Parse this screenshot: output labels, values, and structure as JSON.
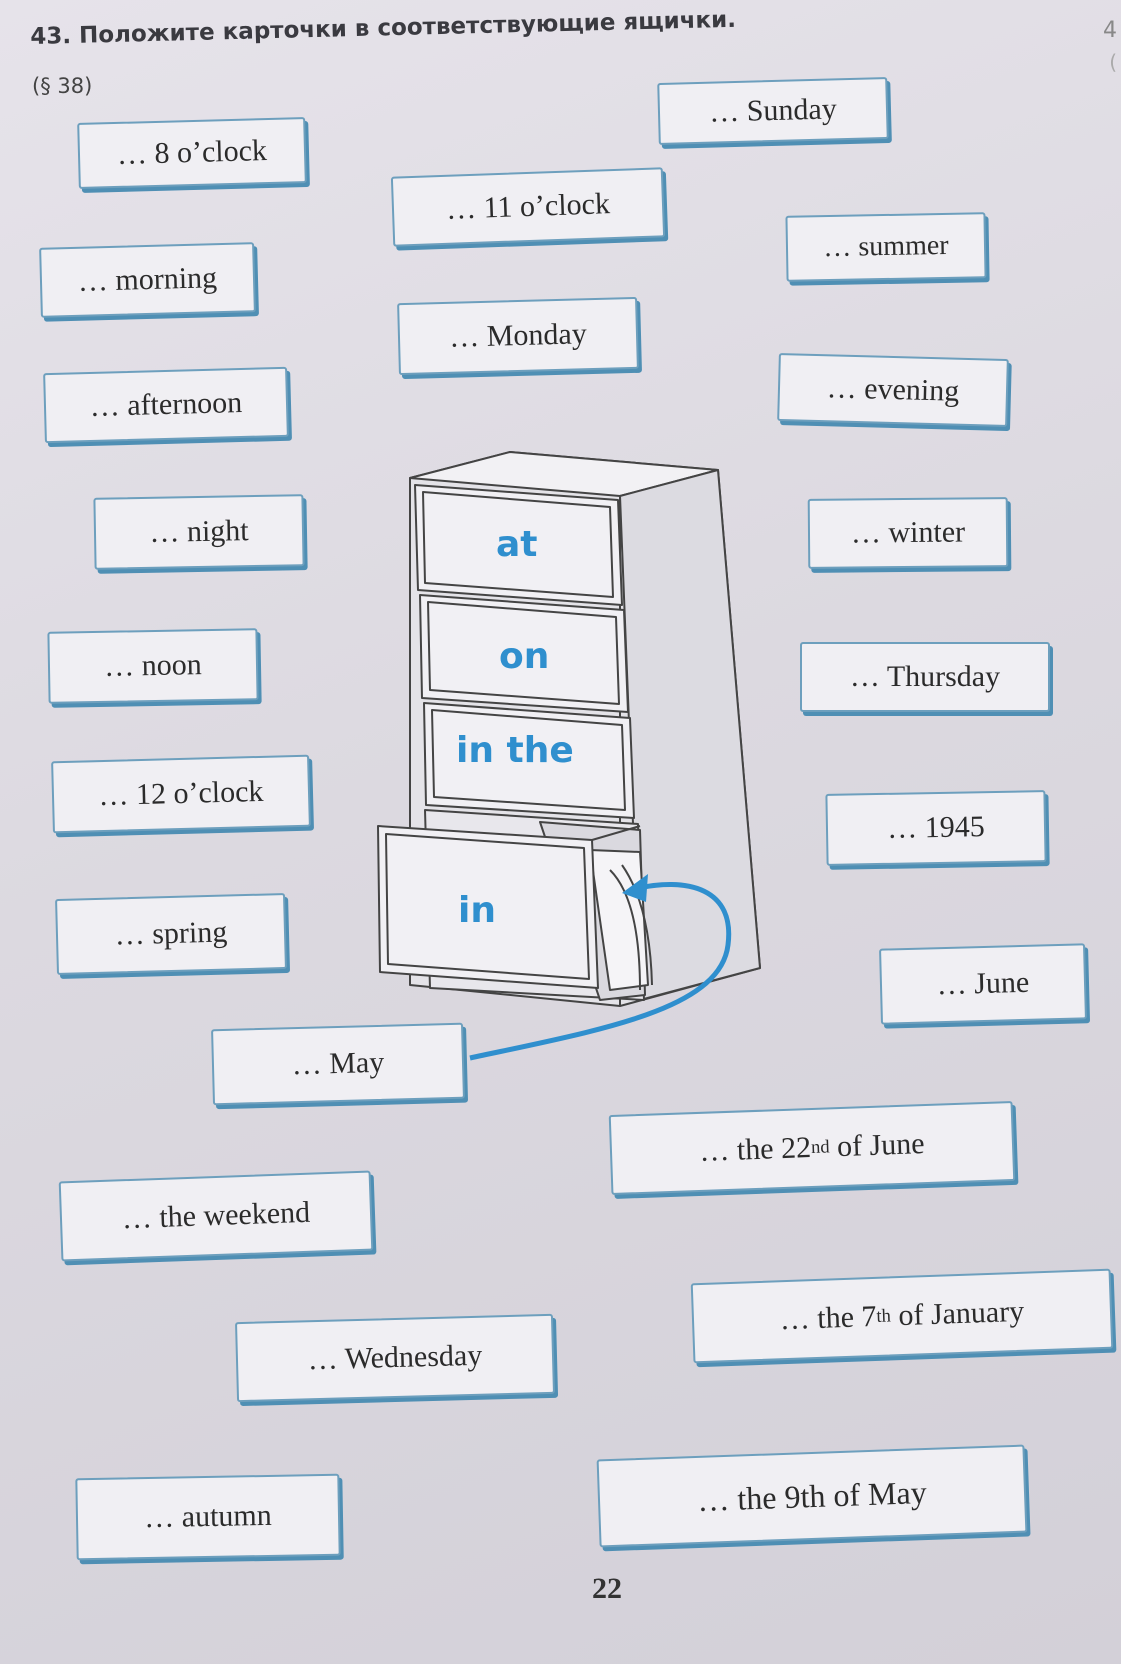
{
  "header": {
    "task": "43. Положите карточки в соответствующие ящички.",
    "reference": "(§ 38)",
    "edge_number": "4",
    "edge_bracket": "("
  },
  "drawers": [
    "at",
    "on",
    "in the",
    "in"
  ],
  "cards": {
    "sunday": "… Sunday",
    "eight_oclock": "… 8 o’clock",
    "eleven_oclock": "… 11 o’clock",
    "summer": "… summer",
    "morning": "… morning",
    "monday": "… Monday",
    "evening": "… evening",
    "afternoon": "… afternoon",
    "night": "… night",
    "winter": "… winter",
    "noon": "… noon",
    "thursday": "… Thursday",
    "twelve_oclock": "… 12 o’clock",
    "year_1945": "… 1945",
    "spring": "… spring",
    "june": "… June",
    "may": "… May",
    "june22_pre": "… the 22",
    "june22_sup": "nd",
    "june22_post": " of June",
    "weekend": "… the weekend",
    "jan7_pre": "… the 7",
    "jan7_sup": "th",
    "jan7_post": " of January",
    "wednesday": "… Wednesday",
    "autumn": "… autumn",
    "may9": "… the 9th of May"
  },
  "page_number": "22",
  "colors": {
    "card_border": "#6d9fbd",
    "accent_blue": "#2f8fce"
  }
}
